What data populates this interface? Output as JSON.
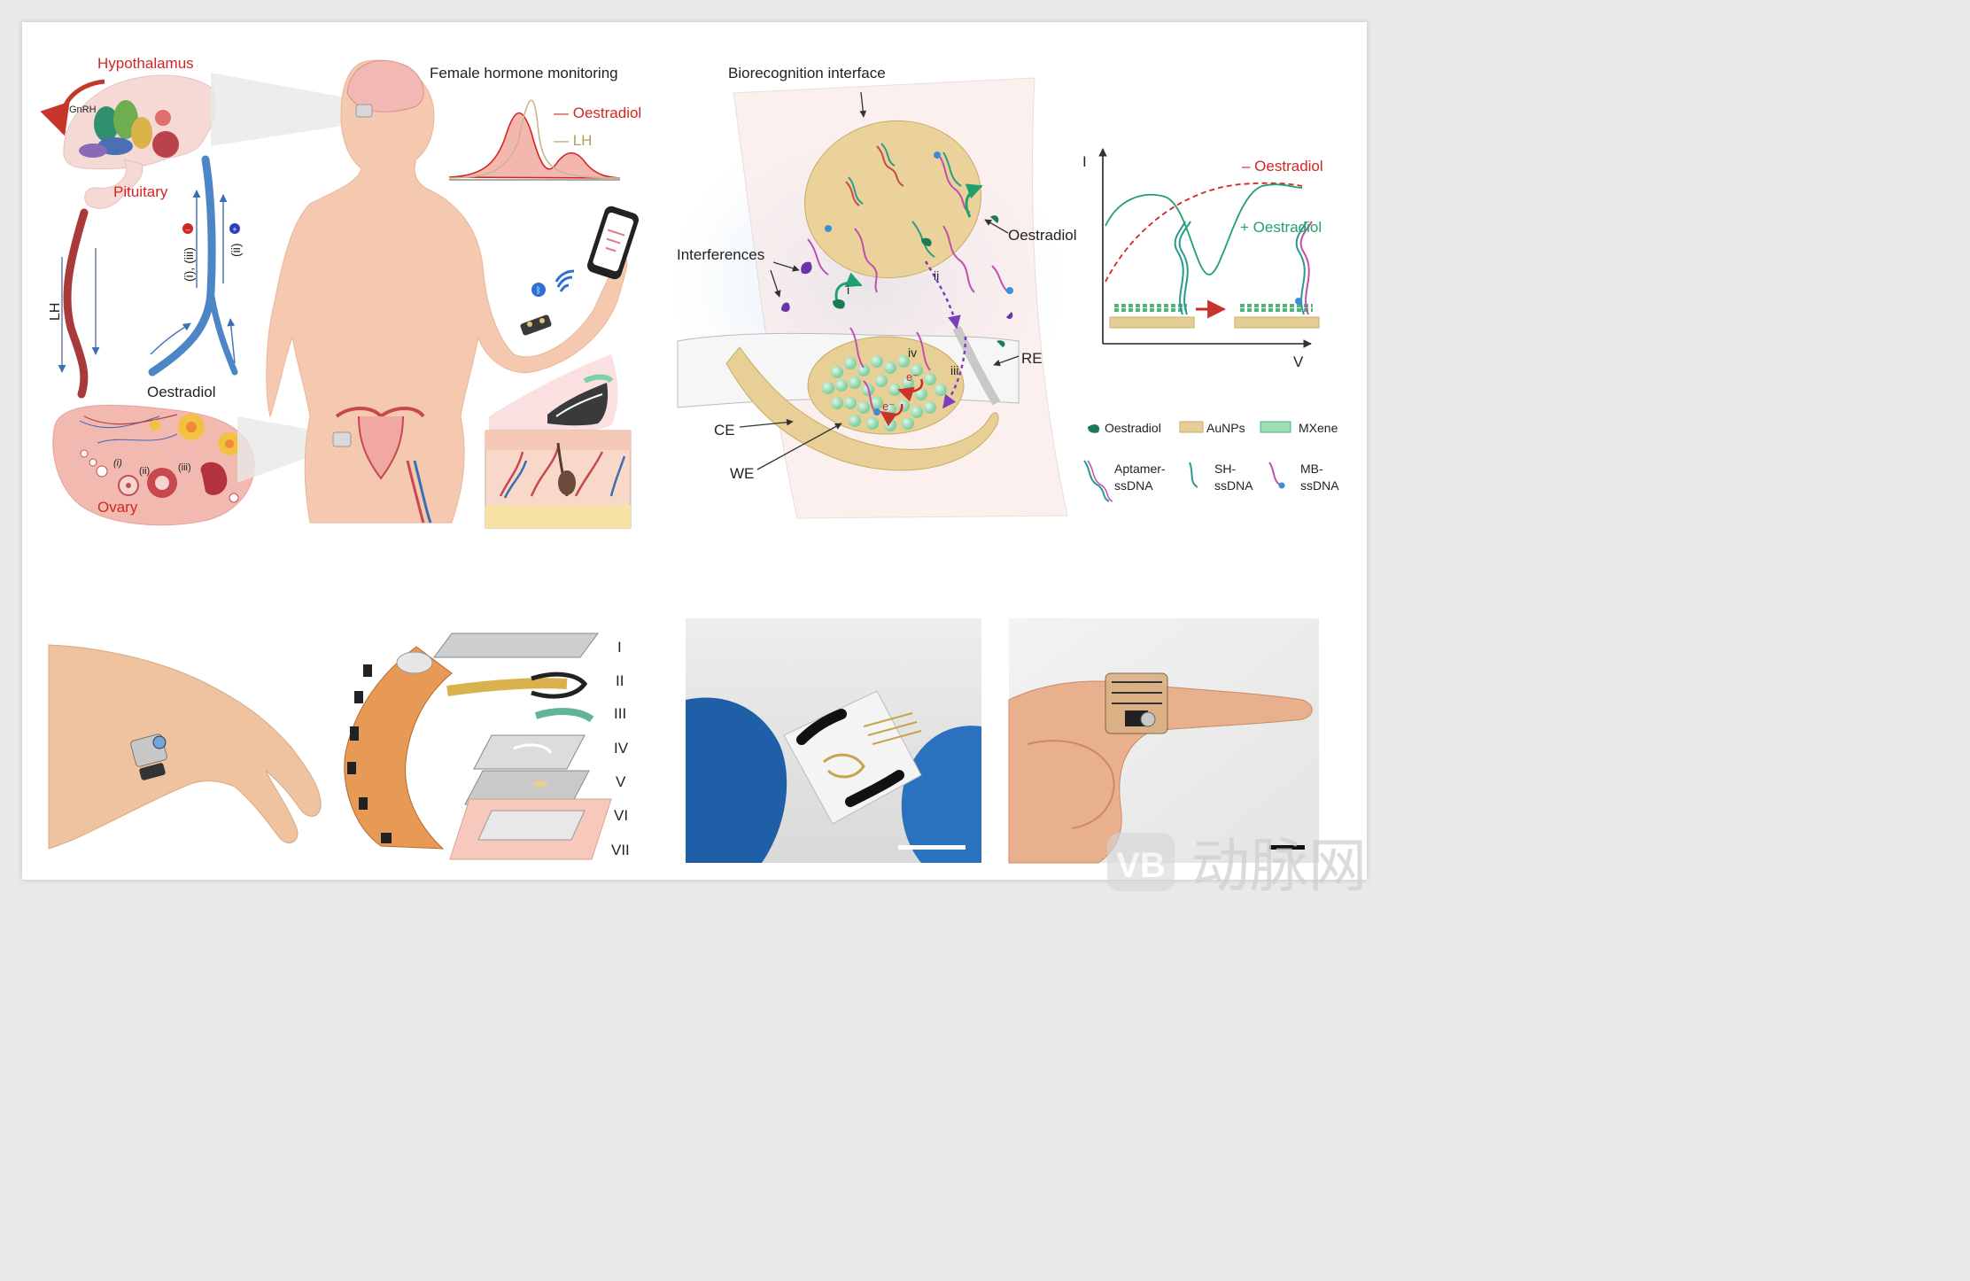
{
  "colors": {
    "accent_red": "#d42525",
    "accent_green": "#22a06b",
    "skin": "#f5c9b0",
    "gold": "#e0c27e"
  },
  "panel_a": {
    "hypothalamus": "Hypothalamus",
    "gnrh": "GnRH",
    "pituitary": "Pituitary",
    "lh_axis": "LH",
    "roman_left": "(i), (iii)",
    "roman_right": "(ii)",
    "oestradiol": "Oestradiol",
    "ovary": "Ovary",
    "follicle_i": "(i)",
    "follicle_ii": "(ii)",
    "follicle_iii": "(iii)",
    "title": "Female hormone monitoring",
    "legend_oestradiol": "— Oestradiol",
    "legend_lh": "— LH"
  },
  "panel_b": {
    "biorecognition": "Biorecognition interface",
    "interferences": "Interferences",
    "oestradiol": "Oestradiol",
    "i": "i",
    "ii": "ii",
    "iii": "iii",
    "iv": "iv",
    "e1": "e⁻",
    "e2": "e⁻",
    "re": "RE",
    "ce": "CE",
    "we": "WE"
  },
  "panel_c": {
    "y_axis": "I",
    "x_axis": "V",
    "minus_oestradiol": "– Oestradiol",
    "plus_oestradiol": "+ Oestradiol",
    "key_oestradiol": "Oestradiol",
    "key_aunps": "AuNPs",
    "key_mxene": "MXene",
    "key_aptamer": "Aptamer-\nssDNA",
    "key_aptamer_1": "Aptamer-",
    "key_aptamer_2": "ssDNA",
    "key_sh_1": "SH-",
    "key_sh_2": "ssDNA",
    "key_mb_1": "MB-",
    "key_mb_2": "ssDNA"
  },
  "layers": [
    "I",
    "II",
    "III",
    "IV",
    "V",
    "VI",
    "VII"
  ],
  "watermark": "动脉网"
}
